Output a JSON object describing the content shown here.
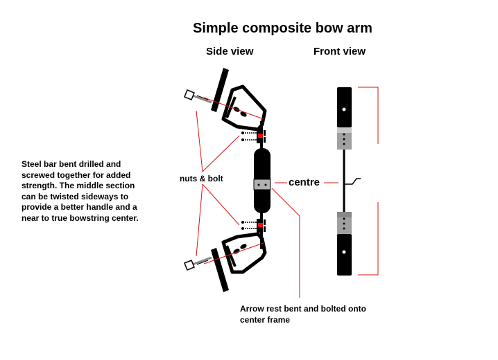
{
  "title": "Simple composite bow arm",
  "labels": {
    "side_view": "Side view",
    "front_view": "Front view",
    "nuts_bolt": "nuts & bolt",
    "centre": "centre"
  },
  "description_lines": [
    "Steel bar bent drilled and",
    "screwed together for added",
    "strength. The middle section",
    "can be twisted sideways to",
    "provide a better handle and a",
    "near to true bowstring center."
  ],
  "arrow_rest_lines": [
    "Arrow rest bent and bolted onto",
    "center frame"
  ],
  "colors": {
    "pointer": "#e01010",
    "metal": "#000000",
    "plate": "#a0a0a0"
  }
}
